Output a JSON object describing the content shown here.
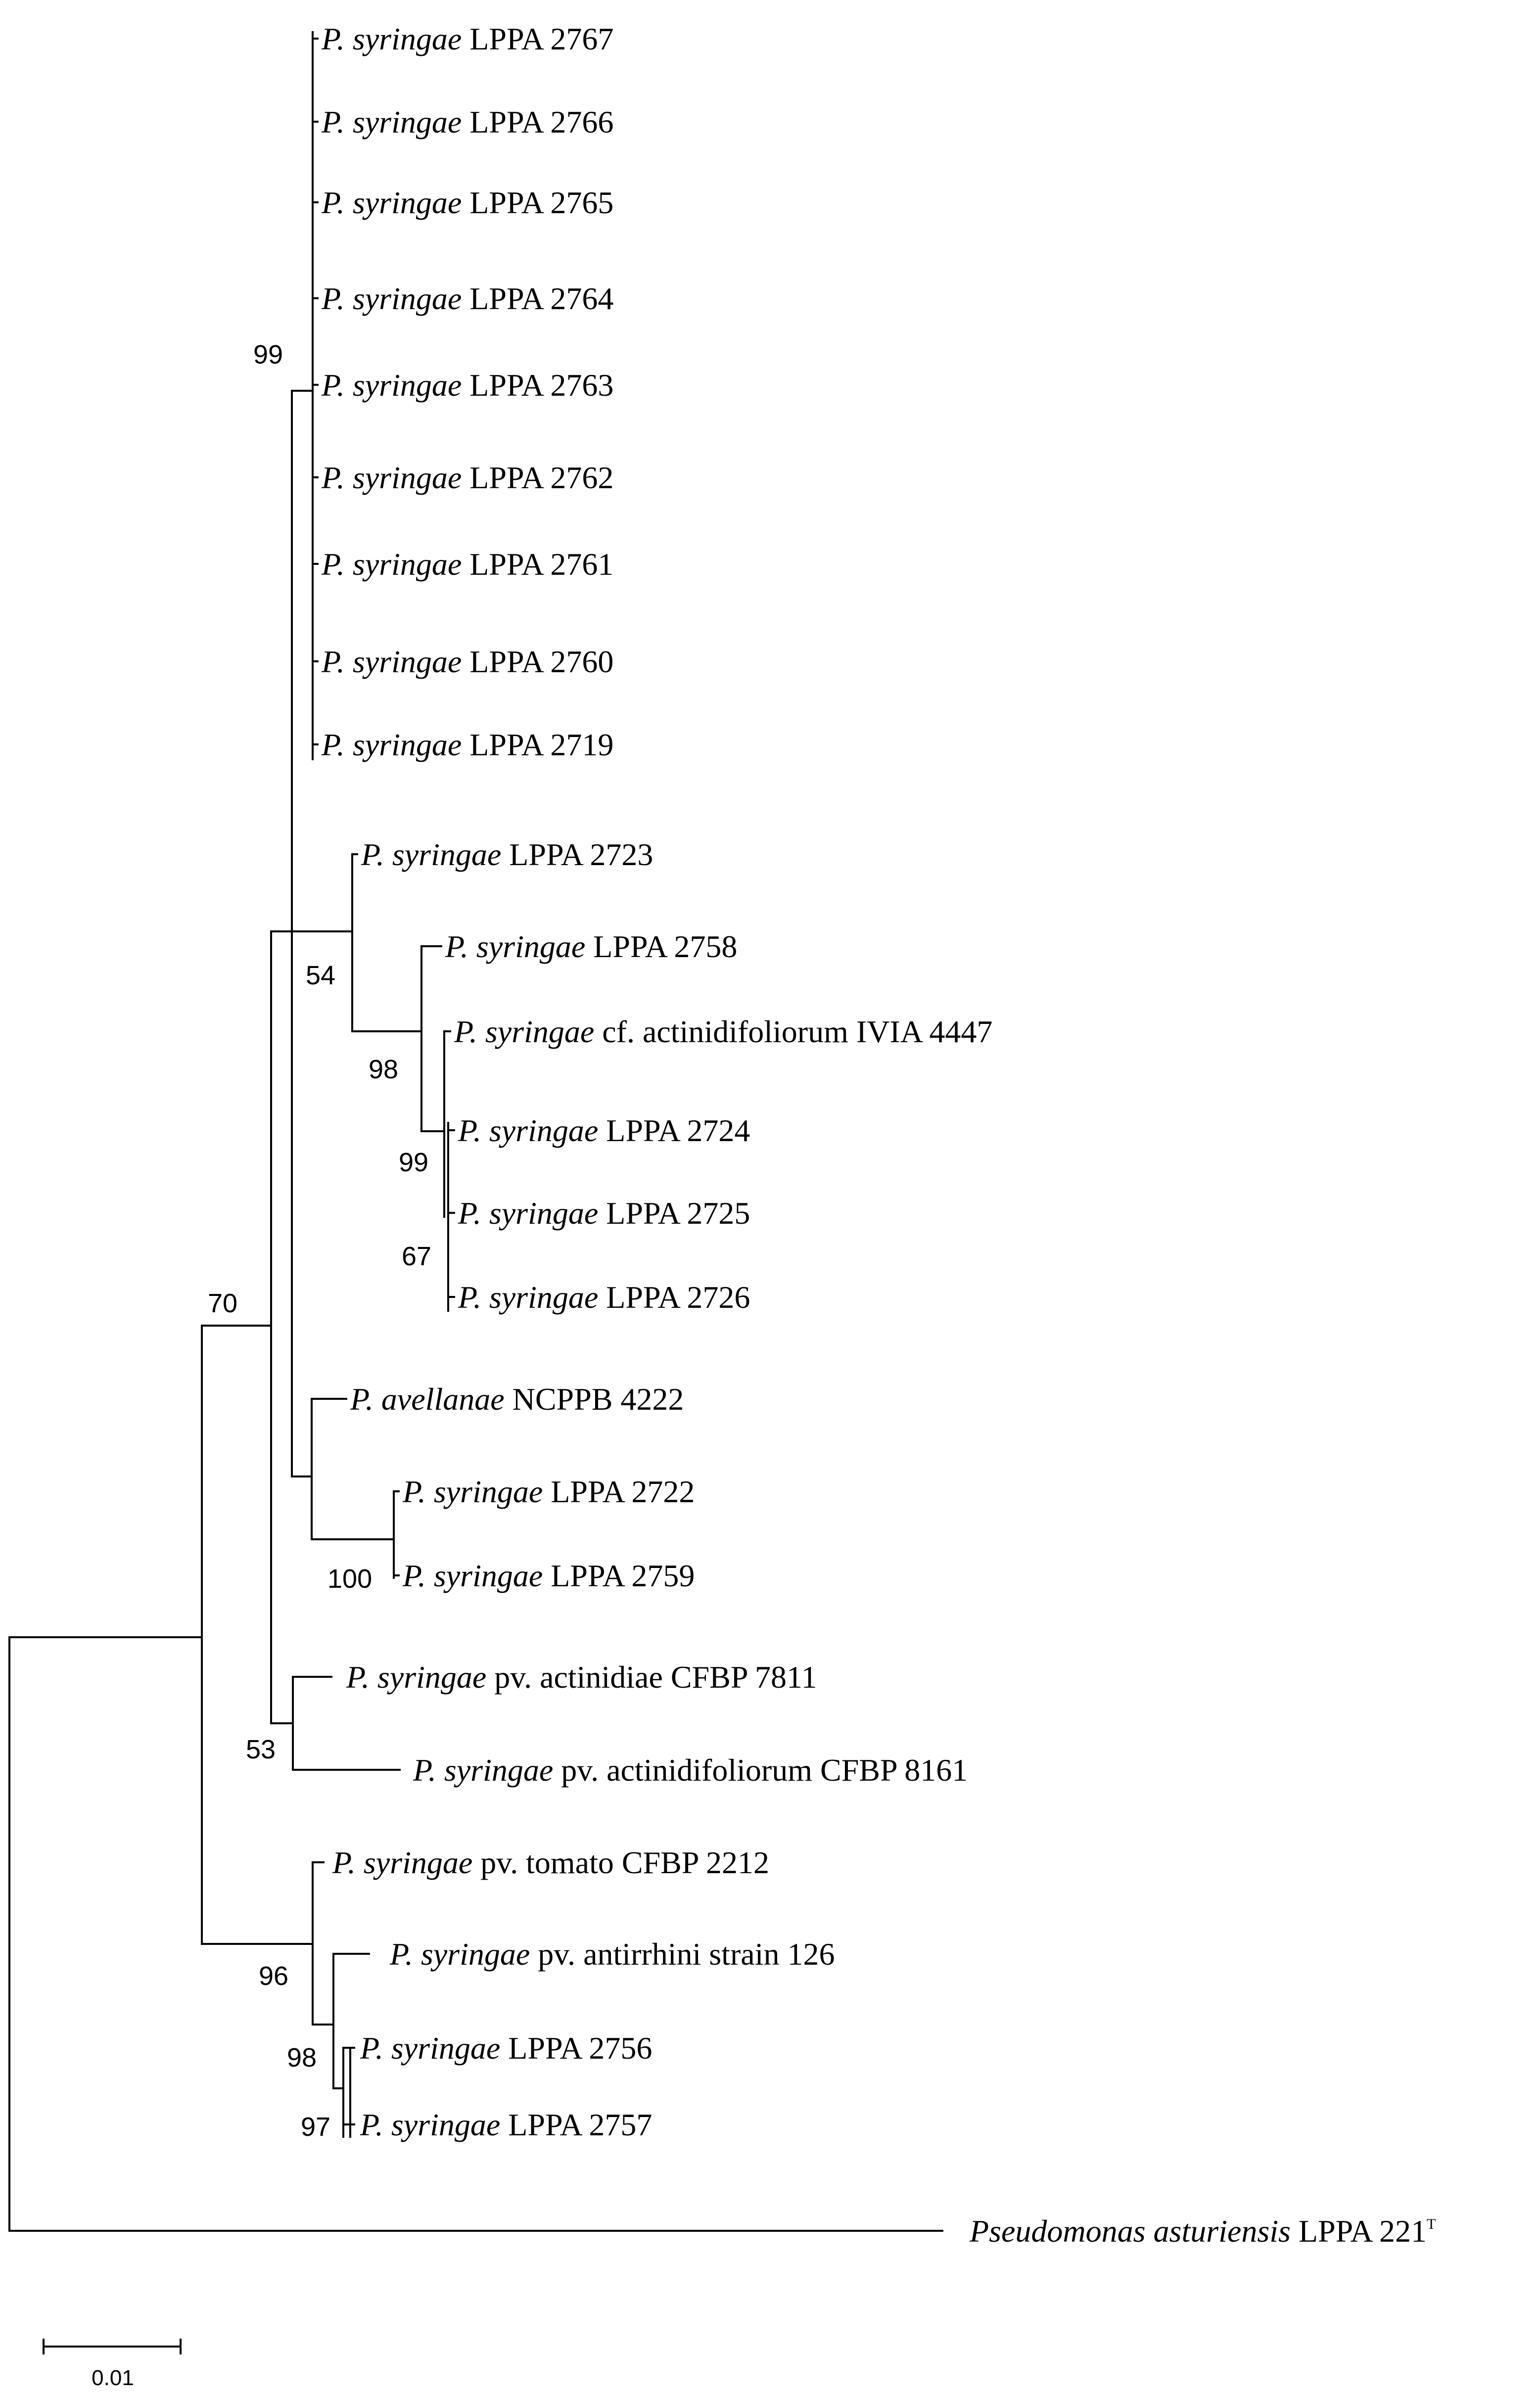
{
  "tree": {
    "leaves": {
      "l2767": {
        "genus": "P. syringae",
        "rest": "LPPA 2767"
      },
      "l2766": {
        "genus": "P. syringae",
        "rest": "LPPA 2766"
      },
      "l2765": {
        "genus": "P. syringae",
        "rest": "LPPA 2765"
      },
      "l2764": {
        "genus": "P. syringae",
        "rest": "LPPA 2764"
      },
      "l2763": {
        "genus": "P. syringae",
        "rest": "LPPA 2763"
      },
      "l2762": {
        "genus": "P. syringae",
        "rest": "LPPA 2762"
      },
      "l2761": {
        "genus": "P. syringae",
        "rest": "LPPA 2761"
      },
      "l2760": {
        "genus": "P. syringae",
        "rest": "LPPA 2760"
      },
      "l2719": {
        "genus": "P. syringae",
        "rest": "LPPA 2719"
      },
      "l2723": {
        "genus": "P. syringae",
        "rest": "LPPA 2723"
      },
      "l2758": {
        "genus": "P. syringae",
        "rest": "LPPA 2758"
      },
      "ivia4447": {
        "genus": "P. syringae",
        "rest": "cf. actinidifoliorum IVIA 4447"
      },
      "l2724": {
        "genus": "P. syringae",
        "rest": "LPPA 2724"
      },
      "l2725": {
        "genus": "P. syringae",
        "rest": "LPPA 2725"
      },
      "l2726": {
        "genus": "P. syringae",
        "rest": "LPPA 2726"
      },
      "ncppb4222": {
        "genus": "P. avellanae",
        "rest": "NCPPB 4222"
      },
      "l2722": {
        "genus": "P. syringae",
        "rest": "LPPA 2722"
      },
      "l2759": {
        "genus": "P. syringae",
        "rest": "LPPA 2759"
      },
      "cfbp7811": {
        "genus": "P. syringae",
        "rest": "pv. actinidiae CFBP 7811"
      },
      "cfbp8161": {
        "genus": "P. syringae",
        "rest": "pv. actinidifoliorum CFBP 8161"
      },
      "cfbp2212": {
        "genus": "P. syringae",
        "rest": "pv. tomato CFBP 2212"
      },
      "strain126": {
        "genus": "P. syringae",
        "rest": "pv. antirrhini strain 126"
      },
      "l2756": {
        "genus": "P. syringae",
        "rest": "LPPA 2756"
      },
      "l2757": {
        "genus": "P. syringae",
        "rest": "LPPA 2757"
      },
      "outgroup": {
        "genus": "Pseudomonas asturiensis",
        "rest": "LPPA 221",
        "sup": "T"
      }
    },
    "bootstrap": {
      "b99_top": "99",
      "b54": "54",
      "b98_a": "98",
      "b99_mid": "99",
      "b67": "67",
      "b70": "70",
      "b100": "100",
      "b53": "53",
      "b96": "96",
      "b98_b": "98",
      "b97": "97"
    },
    "scale_bar": {
      "label": "0.01"
    }
  }
}
